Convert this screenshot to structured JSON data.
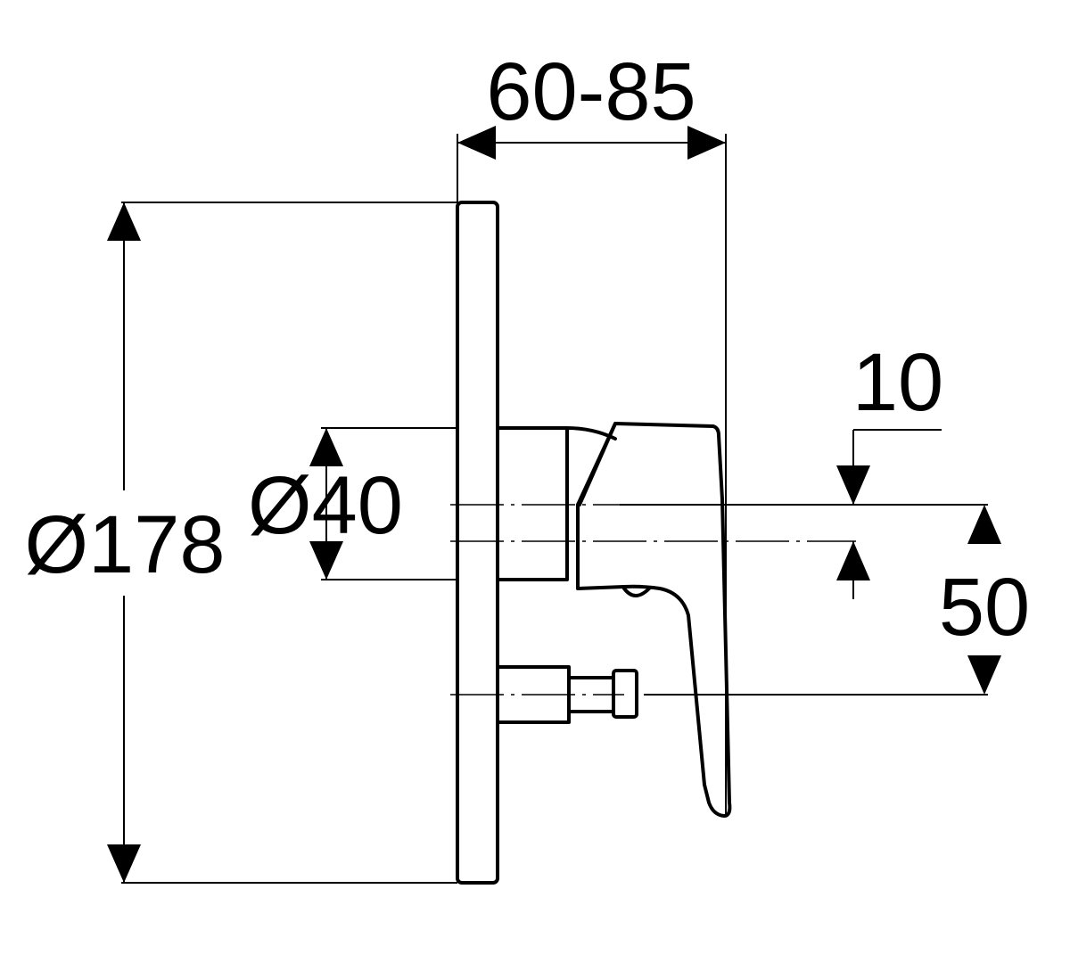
{
  "dimensions": {
    "depth": "60-85",
    "plate_diameter": "Ø178",
    "body_diameter": "Ø40",
    "offset": "10",
    "spacing": "50"
  },
  "colors": {
    "line": "#000000",
    "background": "#ffffff"
  }
}
